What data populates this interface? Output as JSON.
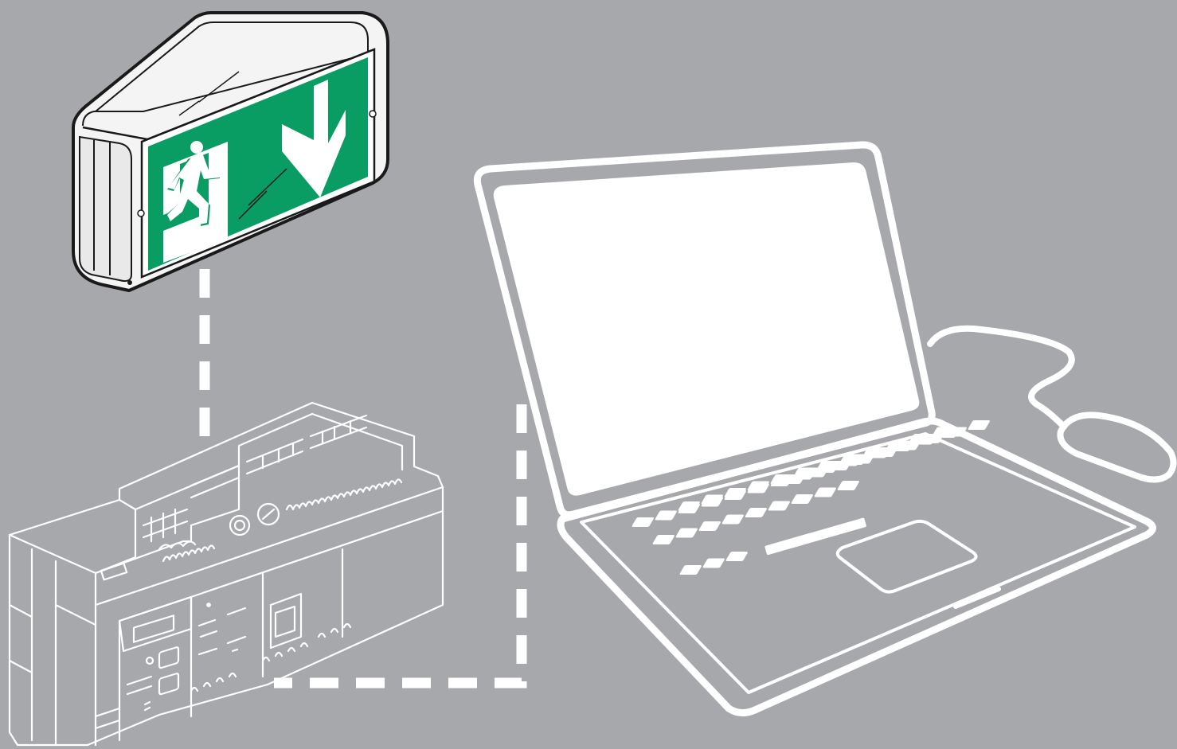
{
  "colors": {
    "background": "#a7a8ab",
    "line_art": "#ffffff",
    "exit_sign_green": "#0a9d63",
    "sign_housing": "#f2f2f2",
    "outline": "#1a1a1a"
  },
  "icons": {
    "exit_sign": "exit-sign-icon",
    "running_man": "running-man-icon",
    "arrow_down": "arrow-down-icon",
    "controller": "dali-controller-icon",
    "laptop": "laptop-icon",
    "mouse": "mouse-icon"
  },
  "connections": [
    {
      "from": "exit-sign",
      "to": "controller",
      "style": "dashed"
    },
    {
      "from": "controller",
      "to": "laptop",
      "style": "dashed"
    },
    {
      "from": "laptop",
      "to": "mouse",
      "style": "solid"
    }
  ]
}
